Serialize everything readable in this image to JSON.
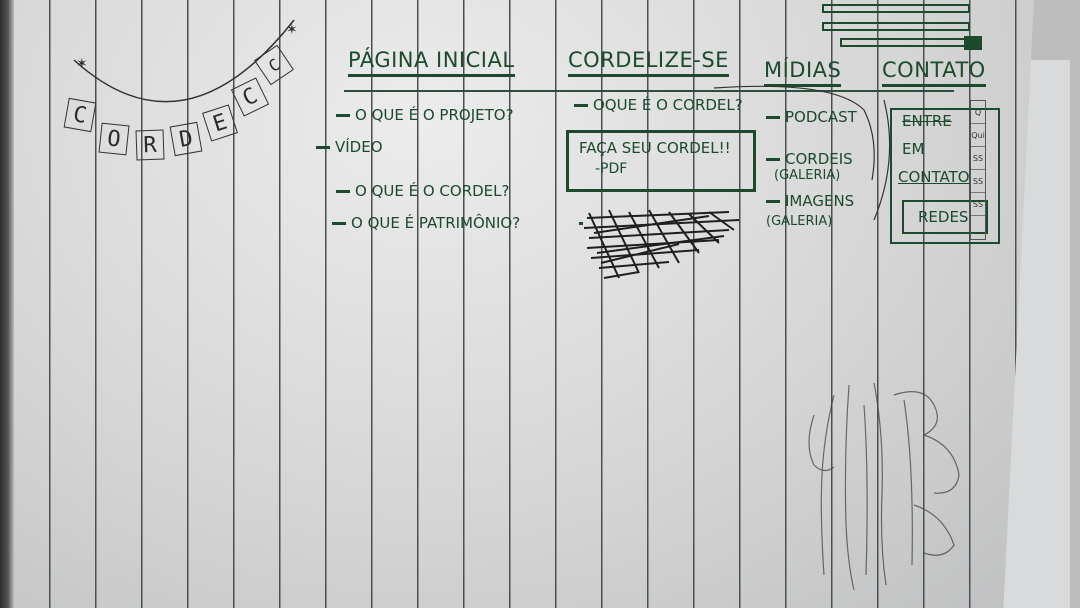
{
  "logo": {
    "letters": [
      "C",
      "O",
      "R",
      "D",
      "E",
      "C",
      "C"
    ]
  },
  "nav": {
    "home": "PÁGINA INICIAL",
    "cordelize": "CORDELIZE-SE",
    "midias": "MÍDIAS",
    "contato": "CONTATO"
  },
  "home_menu": {
    "item1": "O QUE É O PROJETO?",
    "item2": "VÍDEO",
    "item3": "O QUE É O CORDEL?",
    "item4": "O QUE É PATRIMÔNIO?"
  },
  "cordelize_menu": {
    "item1": "OQUE É O CORDEL?",
    "box_title": "FAÇA SEU CORDEL!!",
    "box_sub": "-PDF"
  },
  "midias_menu": {
    "item1": "PODCAST",
    "item2": "CORDEIS",
    "item2_sub": "(GALERIA)",
    "item3": "IMAGENS",
    "item3_sub": "(GALERIA)"
  },
  "contato_menu": {
    "line1": "ENTRE",
    "line2": "EM",
    "line3": "CONTATO",
    "rede": "REDES"
  },
  "side_tabs": [
    "Q",
    "Qui",
    "SS",
    "SS",
    "SS"
  ]
}
